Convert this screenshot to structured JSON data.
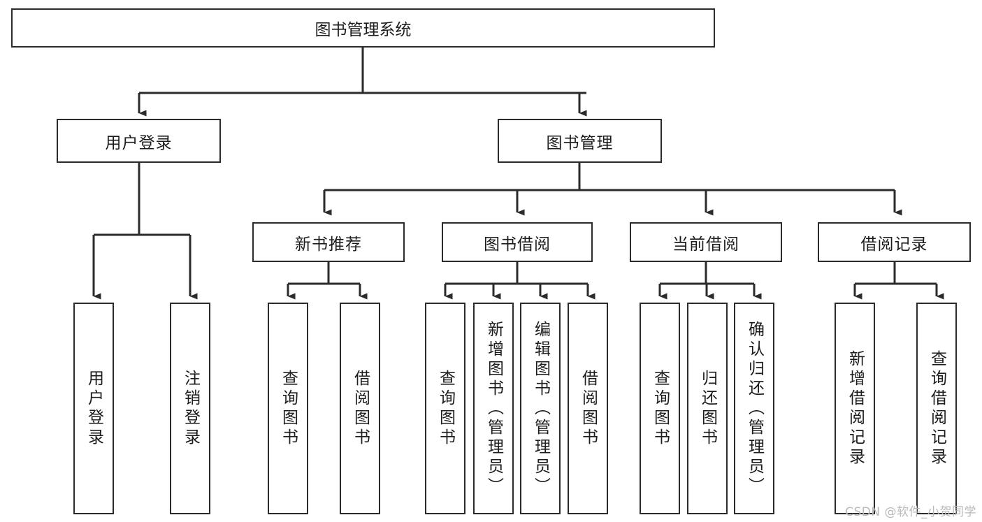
{
  "diagram": {
    "title": "图书管理系统",
    "watermark": "CSDN @软件_小贺同学",
    "stroke_color": "#2b2b2b",
    "background_color": "#ffffff",
    "text_color": "#1c1c1c",
    "root": {
      "id": "root",
      "label": "图书管理系统"
    },
    "level2": [
      {
        "id": "user-login",
        "label": "用户登录"
      },
      {
        "id": "book-manage",
        "label": "图书管理"
      }
    ],
    "level3": [
      {
        "id": "new-book-rec",
        "label": "新书推荐"
      },
      {
        "id": "book-borrow",
        "label": "图书借阅"
      },
      {
        "id": "current-borrow",
        "label": "当前借阅"
      },
      {
        "id": "borrow-record",
        "label": "借阅记录"
      }
    ],
    "leaves": {
      "user_login": [
        {
          "id": "leaf-user-login",
          "label": "用户登录"
        },
        {
          "id": "leaf-logout",
          "label": "注销登录"
        }
      ],
      "new_book_rec": [
        {
          "id": "leaf-query-book-1",
          "label": "查询图书"
        },
        {
          "id": "leaf-borrow-book-1",
          "label": "借阅图书"
        }
      ],
      "book_borrow": [
        {
          "id": "leaf-query-book-2",
          "label": "查询图书"
        },
        {
          "id": "leaf-add-book",
          "label": "新增图书（管理员）"
        },
        {
          "id": "leaf-edit-book",
          "label": "编辑图书（管理员）"
        },
        {
          "id": "leaf-borrow-book-2",
          "label": "借阅图书"
        }
      ],
      "current_borrow": [
        {
          "id": "leaf-query-book-3",
          "label": "查询图书"
        },
        {
          "id": "leaf-return-book",
          "label": "归还图书"
        },
        {
          "id": "leaf-confirm-return",
          "label": "确认归还（管理员）"
        }
      ],
      "borrow_record": [
        {
          "id": "leaf-add-record",
          "label": "新增借阅记录"
        },
        {
          "id": "leaf-query-record",
          "label": "查询借阅记录"
        }
      ]
    }
  }
}
